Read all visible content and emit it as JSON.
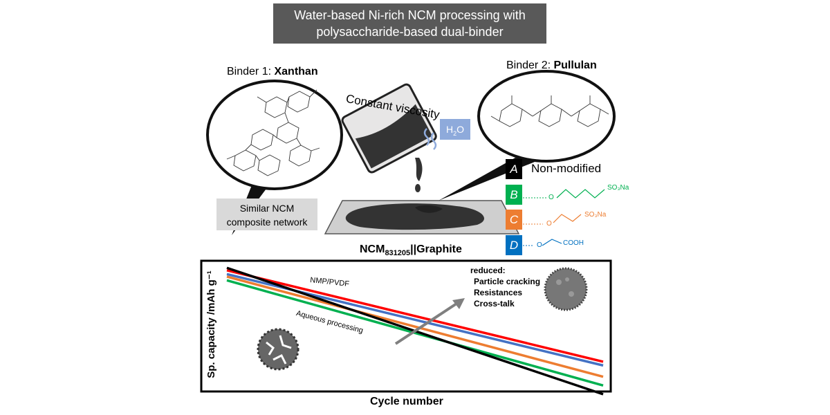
{
  "title": {
    "line1": "Water-based Ni-rich NCM processing with",
    "line2": "polysaccharide-based dual-binder"
  },
  "binder1": {
    "prefix": "Binder 1: ",
    "name": "Xanthan"
  },
  "binder2": {
    "prefix": "Binder 2: ",
    "name": "Pullulan"
  },
  "pour": {
    "label": "Constant viscosity",
    "water_main": "H",
    "water_sub": "2",
    "water_end": "O"
  },
  "network": {
    "line1": "Similar NCM",
    "line2": "composite network"
  },
  "modifications": [
    {
      "letter": "A",
      "color": "#000000",
      "text": "Non-modified"
    },
    {
      "letter": "B",
      "color": "#00b050",
      "o": "O",
      "tail": "SO₃Na"
    },
    {
      "letter": "C",
      "color": "#ed7d31",
      "o": "O",
      "tail": "SO₃Na"
    },
    {
      "letter": "D",
      "color": "#0070c0",
      "o": "O",
      "tail": "COOH"
    }
  ],
  "cell": {
    "main": "NCM",
    "sub": "831205",
    "end": "||Graphite"
  },
  "plot": {
    "ylabel": "Sp. capacity /mAh g⁻¹",
    "xlabel": "Cycle number",
    "nmp_label": "NMP/PVDF",
    "aqueous_label": "Aqueous processing",
    "reduced_title": "reduced:",
    "reduced_items": [
      "Particle cracking",
      "Resistances",
      "Cross-talk"
    ]
  },
  "chart_data": {
    "type": "line",
    "xlabel": "Cycle number",
    "ylabel": "Sp. capacity /mAh g⁻¹",
    "x": [
      0,
      1
    ],
    "series": [
      {
        "name": "NMP/PVDF",
        "color": "#ff0000",
        "values": [
          0.94,
          0.21
        ]
      },
      {
        "name": "D",
        "color": "#4472c4",
        "values": [
          0.91,
          0.18
        ]
      },
      {
        "name": "C",
        "color": "#ed7d31",
        "values": [
          0.89,
          0.09
        ]
      },
      {
        "name": "B",
        "color": "#00b050",
        "values": [
          0.86,
          0.02
        ]
      },
      {
        "name": "Aqueous processing",
        "color": "#000000",
        "values": [
          0.96,
          -0.05
        ]
      }
    ]
  }
}
